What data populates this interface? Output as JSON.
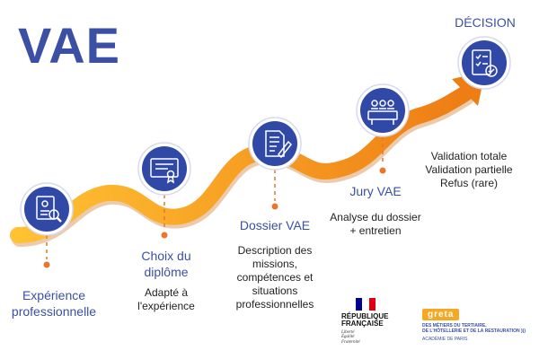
{
  "title": "VAE",
  "colors": {
    "blue": "#3b50a4",
    "orange": "#f7a823",
    "orange_dark": "#ee7d14",
    "dot": "#e8762b",
    "circle_fill": "#3048a6"
  },
  "steps": [
    {
      "label": "Expérience\nprofessionnelle",
      "icon": "certificate-search-icon",
      "description": ""
    },
    {
      "label": "Choix du\ndiplôme",
      "icon": "diploma-icon",
      "description": "Adapté à\nl'expérience"
    },
    {
      "label": "Dossier VAE",
      "icon": "document-pen-icon",
      "description": "Description des\nmissions,\ncompétences et\nsituations\nprofessionnelles"
    },
    {
      "label": "Jury VAE",
      "icon": "jury-panel-icon",
      "description": "Analyse du dossier\n+ entretien"
    },
    {
      "label": "DÉCISION",
      "icon": "checklist-stamp-icon",
      "description": "Validation totale\nValidation partielle\nRefus (rare)"
    }
  ],
  "logos": {
    "republique": {
      "name": "RÉPUBLIQUE\nFRANÇAISE",
      "motto": "Liberté\nÉgalité\nFraternité",
      "flag": [
        "#000091",
        "#ffffff",
        "#e1000f"
      ]
    },
    "greta": {
      "badge": "greta",
      "line": "DES MÉTIERS DU TERTIAIRE,\nDE L'HÔTELLERIE ET DE LA RESTAURATION )))",
      "academy": "ACADÉMIE DE PARIS",
      "badge_color": "#f7a823"
    }
  }
}
